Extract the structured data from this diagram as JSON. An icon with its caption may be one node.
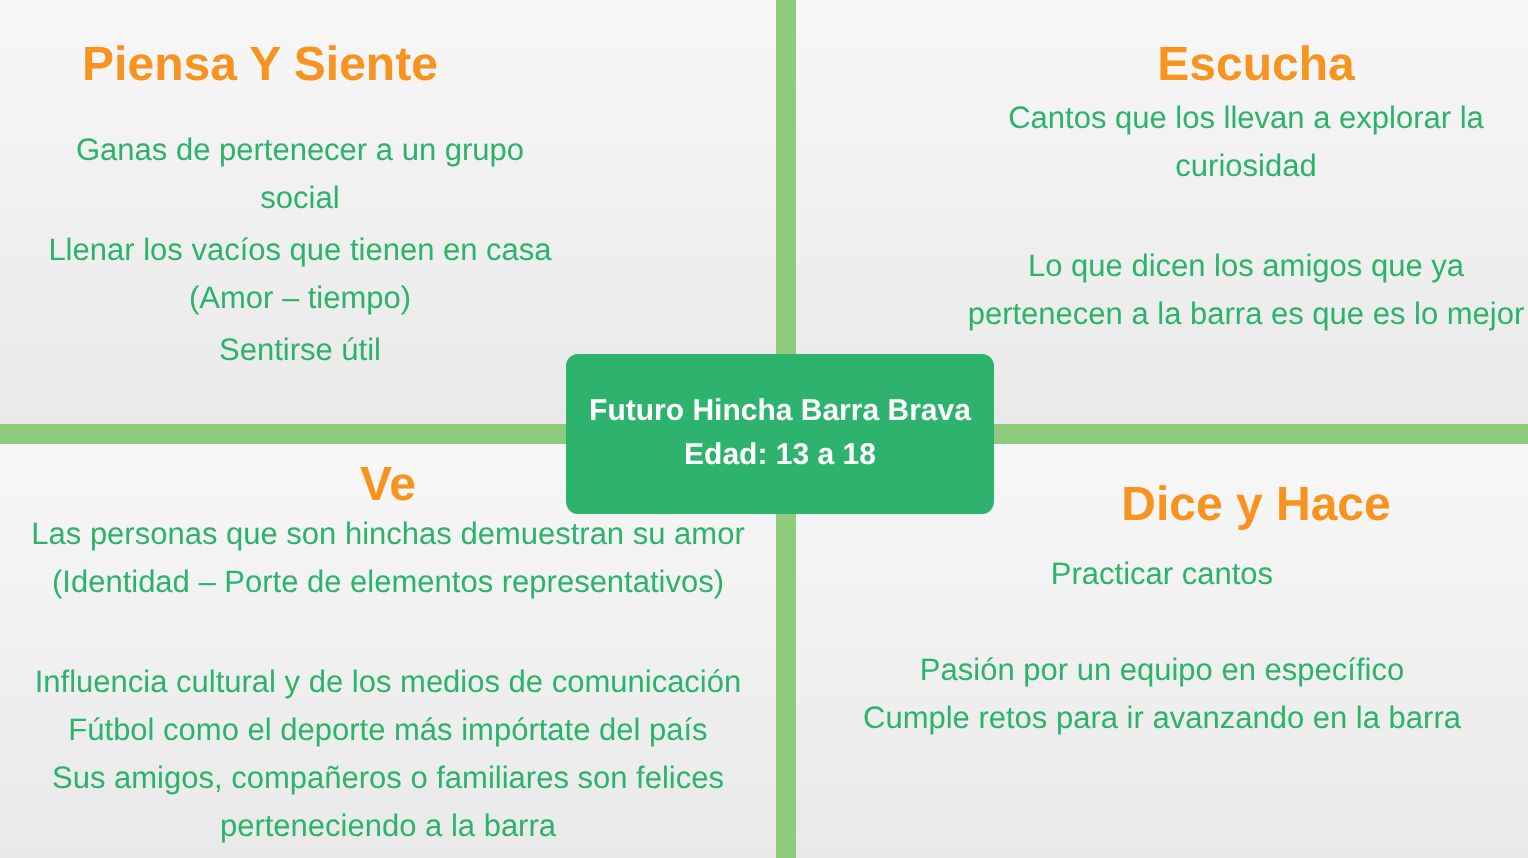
{
  "diagram": {
    "nodes": [
      {
        "text": [
          "Piensa Y Siente",
          "Ganas de pertenecer a un grupo social",
          "Llenar los vacíos que tienen en casa (Amor – tiempo)",
          "Sentirse útil"
        ]
      },
      {
        "text": [
          "Escucha",
          "Cantos que los llevan a explorar la curiosidad",
          "Lo que dicen los amigos que ya pertenecen a la barra es que es lo mejor"
        ]
      },
      {
        "text": [
          "Futuro Hincha Barra Brava",
          "Edad: 13 a 18"
        ]
      },
      {
        "text": [
          "Ve",
          "Las personas que son hinchas demuestran su amor (Identidad – Porte de elementos representativos)",
          "Influencia cultural y de los medios de comunicación",
          "Fútbol como el deporte más impórtate del país",
          "Sus amigos, compañeros o familiares son felices perteneciendo a la barra"
        ]
      },
      {
        "text": [
          "Dice y Hace",
          "Practicar cantos",
          "Pasión por un equipo en específico",
          "Cumple retos para ir avanzando en la barra"
        ]
      }
    ]
  }
}
